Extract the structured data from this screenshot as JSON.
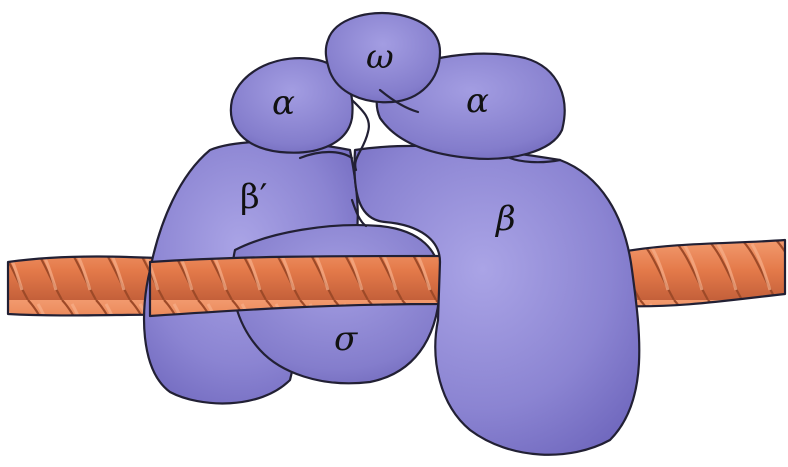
{
  "subunits": {
    "omega": "ω",
    "alpha_left": "α",
    "alpha_right": "α",
    "beta_prime": "β′",
    "beta": "β",
    "sigma": "σ"
  },
  "colors": {
    "enzyme": "#8b84d2",
    "enzyme_dark": "#6a62b5",
    "dna": "#e47a4a",
    "dna_dark": "#b9532d",
    "outline": "#222034"
  }
}
